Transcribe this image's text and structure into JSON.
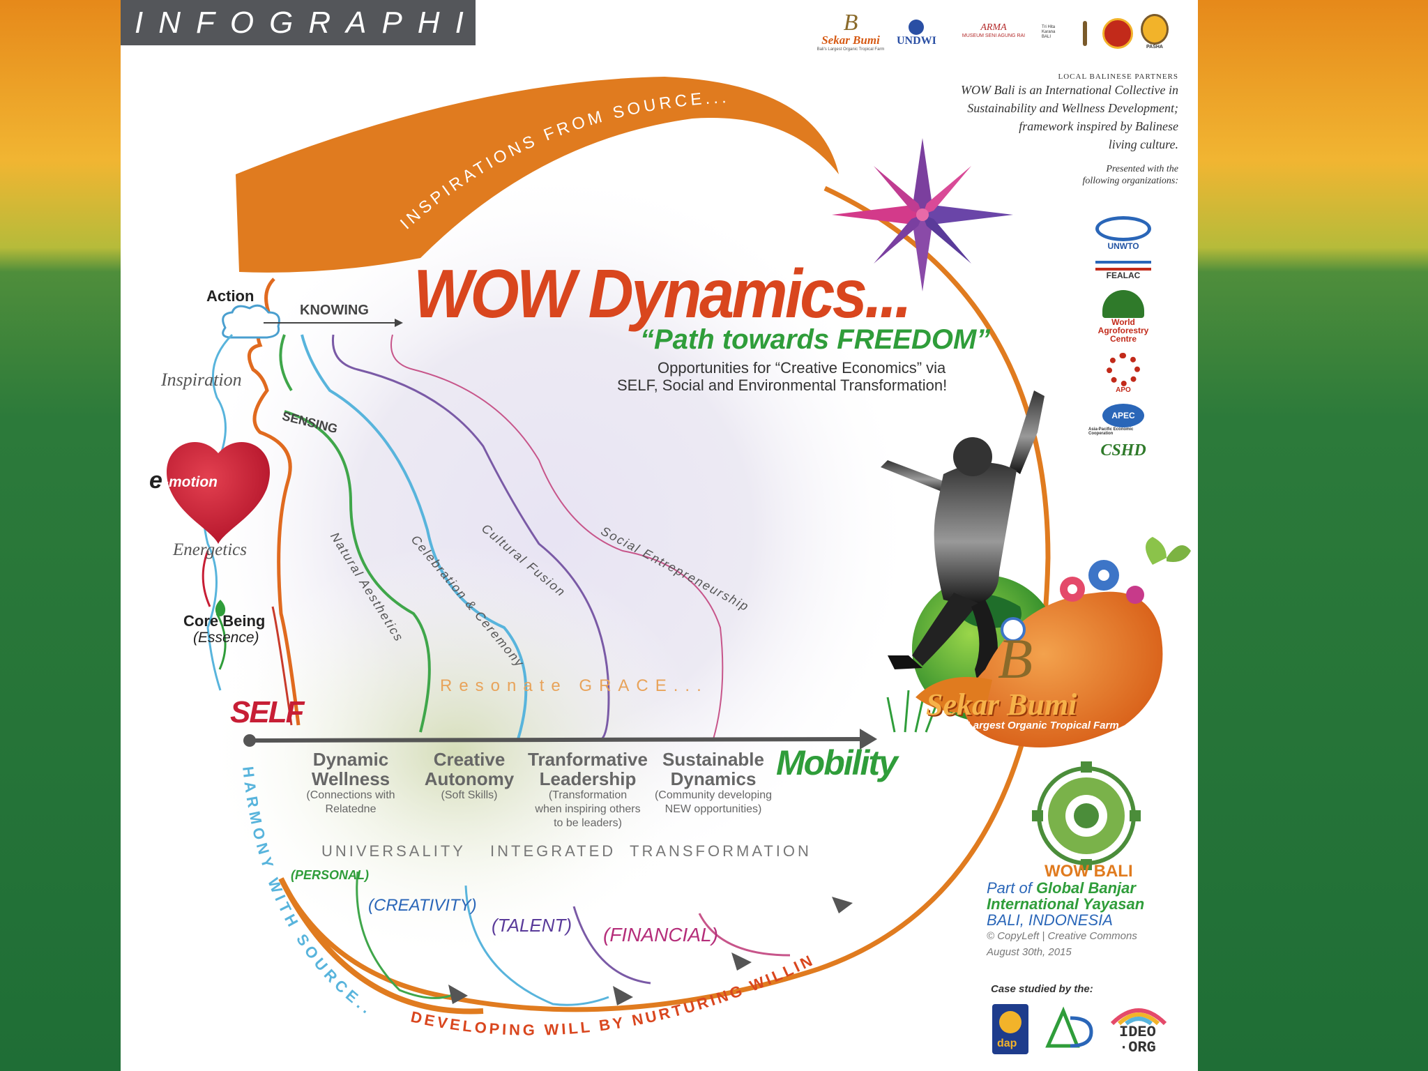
{
  "banner": {
    "label": "INFOGRAPHIC"
  },
  "title": {
    "main": "WOW Dynamics...",
    "subtitle": "“Path towards FREEDOM”",
    "desc1": "Opportunities for “Creative Economics” via",
    "desc2": "SELF, Social and Environmental Transformation!"
  },
  "arcs": {
    "top": "INSPIRATIONS FROM SOURCE...",
    "bottom": "DEVELOPING WILL BY NURTURING WILLINGNESS!",
    "left": "HARMONY WITH SOURCE..."
  },
  "left_column": {
    "action": "Action",
    "inspiration": "Inspiration",
    "emotion_e": "e",
    "emotion_rest": "-motion",
    "energetics": "Energetics",
    "core": "Core Being",
    "essence": "(Essence)",
    "self": "SELF"
  },
  "axis": {
    "knowing": "KNOWING",
    "sensing": "SENSING",
    "mobility": "Mobility",
    "resonate": "Resonate GRACE..."
  },
  "curves": [
    "Natural Aesthetics",
    "Celebration & Ceremony",
    "Cultural Fusion",
    "Social Entrepreneurship"
  ],
  "columns": [
    {
      "title1": "Dynamic",
      "title2": "Wellness",
      "sub1": "(Connections with",
      "sub2": "Relatedne",
      "sub3": ""
    },
    {
      "title1": "Creative",
      "title2": "Autonomy",
      "sub1": "(Soft Skills)",
      "sub2": "",
      "sub3": ""
    },
    {
      "title1": "Tranformative",
      "title2": "Leadership",
      "sub1": "(Transformation",
      "sub2": "when inspiring others",
      "sub3": "to be leaders)"
    },
    {
      "title1": "Sustainable",
      "title2": "Dynamics",
      "sub1": "(Community developing",
      "sub2": "NEW opportunities)",
      "sub3": ""
    }
  ],
  "categories": [
    "UNIVERSALITY",
    "INTEGRATED",
    "TRANSFORMATION"
  ],
  "drivers": [
    "(PERSONAL)",
    "(CREATIVITY)",
    "(TALENT)",
    "(FINANCIAL)"
  ],
  "partners": {
    "heading": "LOCAL BALINESE PARTNERS",
    "sekar": "Sekar Bumi",
    "sekar_sub": "Bali's Largest Organic Tropical Farm",
    "undwi": "UNDWI",
    "arma": "ARMA",
    "arma_sub": "MUSEUM SENI AGUNG RAI",
    "tri": "Tri Hita Karana BALI",
    "pasha": "PASHA",
    "line1": "WOW Bali is an International Collective in",
    "line2": "Sustainability and Wellness Development;",
    "line3": "framework inspired by Balinese",
    "line4": "living culture.",
    "presented1": "Presented with the",
    "presented2": "following organizations:"
  },
  "orgs": {
    "unwto": "UNWTO",
    "fealac": "FEALAC",
    "world": "World",
    "agro": "Agroforestry",
    "centre": "Centre",
    "apo": "APO",
    "apec": "APEC",
    "apec_sub": "Asia-Pacific Economic Cooperation",
    "cshd": "CSHD"
  },
  "sekar": {
    "letter": "B",
    "name": "Sekar Bumi",
    "tag": "Bali's Largest Organic Tropical Farm"
  },
  "wow": {
    "name": "WOW BALI",
    "part": "Part of",
    "global": "Global Banjar",
    "intl": "International Yayasan",
    "location": "BALI, INDONESIA",
    "copy": "© CopyLeft | Creative Commons",
    "date": "August 30th, 2015"
  },
  "case": {
    "label": "Case studied by the:",
    "dap": "dap",
    "ideo1": "IDEO",
    "ideo2": "·ORG"
  },
  "colors": {
    "orange": "#e07b1f",
    "titleRed": "#d9461e",
    "green": "#2f9d3a",
    "blue": "#58b4dc",
    "purple": "#7a5aa6",
    "pink": "#c7558a",
    "red": "#c71e35"
  }
}
